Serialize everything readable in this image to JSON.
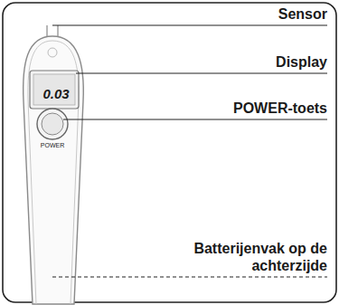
{
  "diagram": {
    "labels": [
      "Sensor",
      "Display",
      "POWER-toets",
      "Batterijenvak op de achterzijde",
      "0.03",
      "POWER"
    ]
  }
}
